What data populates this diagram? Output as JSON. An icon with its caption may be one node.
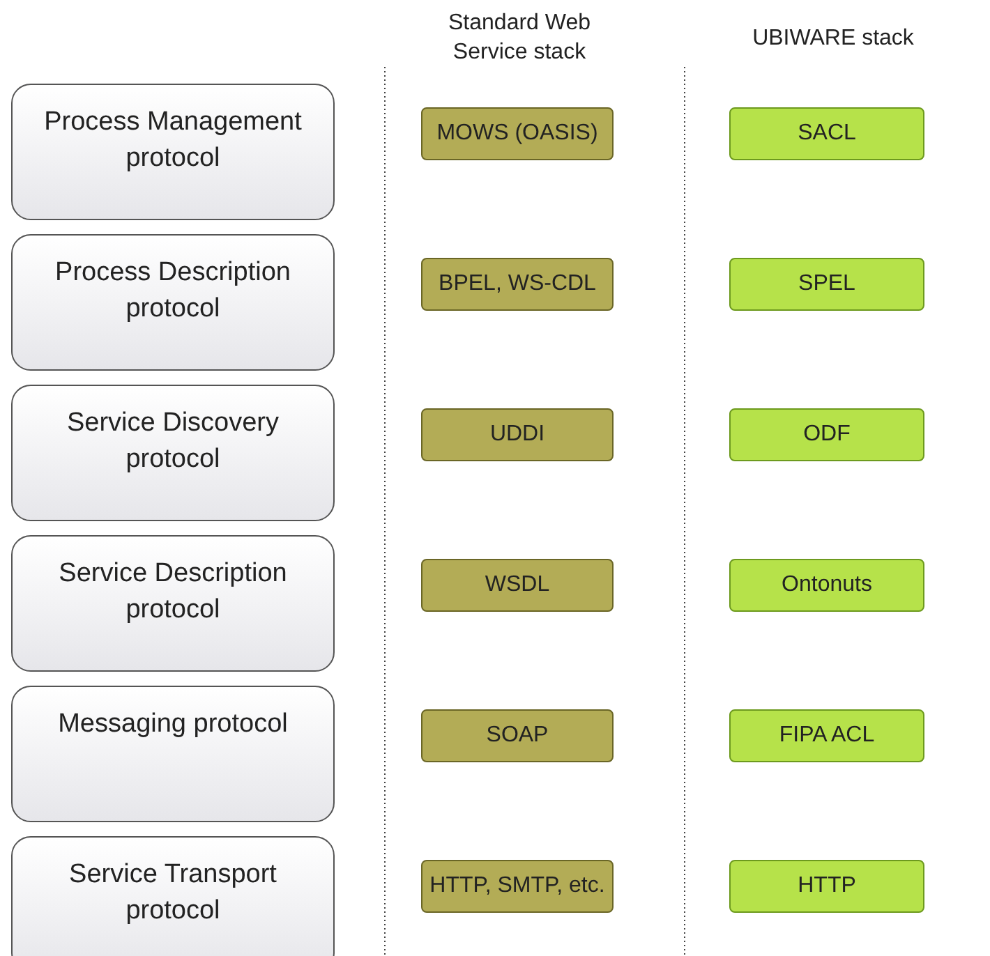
{
  "diagram": {
    "nodes": [
      {
        "text": [
          "Process Management protocol"
        ]
      },
      {
        "text": [
          "MOWS (OASIS)"
        ]
      },
      {
        "text": [
          "SACL"
        ]
      },
      {
        "text": [
          "Process Description protocol"
        ]
      },
      {
        "text": [
          "BPEL, WS-CDL"
        ]
      },
      {
        "text": [
          "SPEL"
        ]
      },
      {
        "text": [
          "Service Discovery protocol"
        ]
      },
      {
        "text": [
          "UDDI"
        ]
      },
      {
        "text": [
          "ODF"
        ]
      },
      {
        "text": [
          "Service Description protocol"
        ]
      },
      {
        "text": [
          "WSDL"
        ]
      },
      {
        "text": [
          "Ontonuts"
        ]
      },
      {
        "text": [
          "Messaging protocol"
        ]
      },
      {
        "text": [
          "SOAP"
        ]
      },
      {
        "text": [
          "FIPA ACL"
        ]
      },
      {
        "text": [
          "Service Transport protocol"
        ]
      },
      {
        "text": [
          "HTTP, SMTP, etc."
        ]
      },
      {
        "text": [
          "HTTP"
        ]
      }
    ],
    "edges": [],
    "labels": [
      "Standard Web Service stack",
      "UBIWARE stack"
    ]
  }
}
